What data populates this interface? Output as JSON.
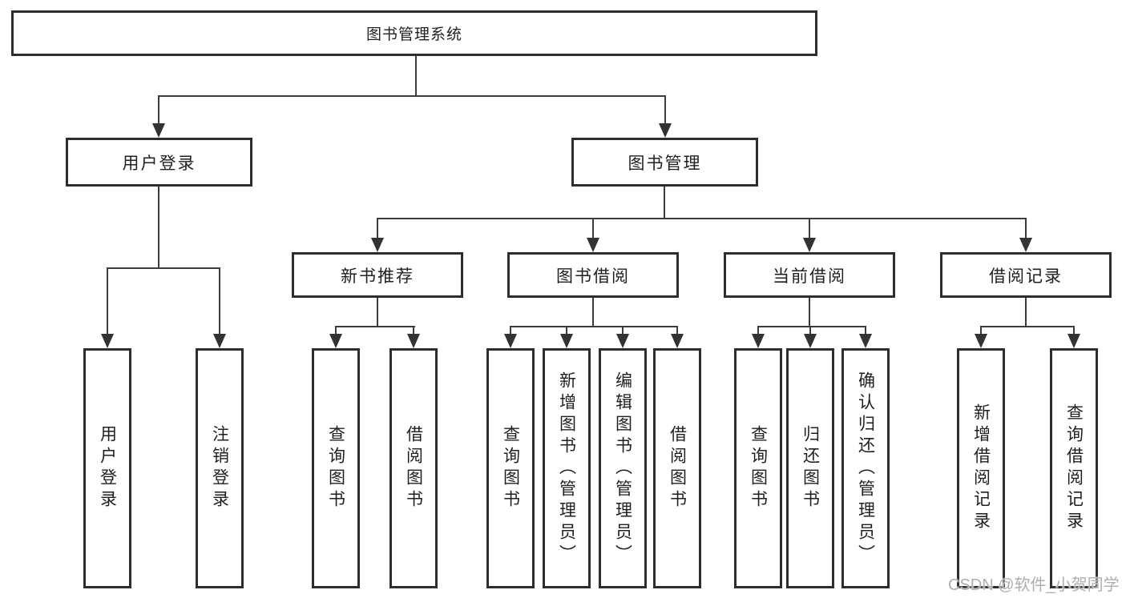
{
  "diagram": {
    "title": "图书管理系统",
    "branches": {
      "user": {
        "label": "用户登录",
        "leaves": [
          "用户登录",
          "注销登录"
        ]
      },
      "books": {
        "label": "图书管理",
        "groups": [
          {
            "label": "新书推荐",
            "leaves": [
              "查询图书",
              "借阅图书"
            ]
          },
          {
            "label": "图书借阅",
            "leaves": [
              "查询图书",
              "新增图书（管理员）",
              "编辑图书（管理员）",
              "借阅图书"
            ]
          },
          {
            "label": "当前借阅",
            "leaves": [
              "查询图书",
              "归还图书",
              "确认归还（管理员）"
            ]
          },
          {
            "label": "借阅记录",
            "leaves": [
              "新增借阅记录",
              "查询借阅记录"
            ]
          }
        ]
      }
    }
  },
  "watermark": {
    "text": "CSDN @软件_小贺同学"
  },
  "colors": {
    "line": "#3c3c3c",
    "box_border": "#2d2d2d",
    "box_fill": "#ffffff",
    "text": "#1f1f1f",
    "watermark": "#aeaeae"
  }
}
